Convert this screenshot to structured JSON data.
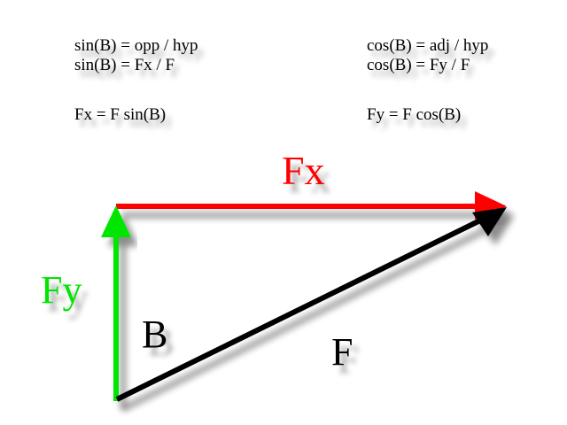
{
  "equations": {
    "left": {
      "line1": "sin(B) = opp / hyp",
      "line2": "sin(B) = Fx / F",
      "line3": "Fx = F sin(B)"
    },
    "right": {
      "line1": "cos(B) = adj / hyp",
      "line2": "cos(B) = Fy / F",
      "line3": "Fy = F cos(B)"
    }
  },
  "labels": {
    "fx": "Fx",
    "fy": "Fy",
    "angle": "B",
    "force": "F"
  },
  "colors": {
    "fx": "#ff0000",
    "fy": "#00e600",
    "force": "#000000"
  }
}
